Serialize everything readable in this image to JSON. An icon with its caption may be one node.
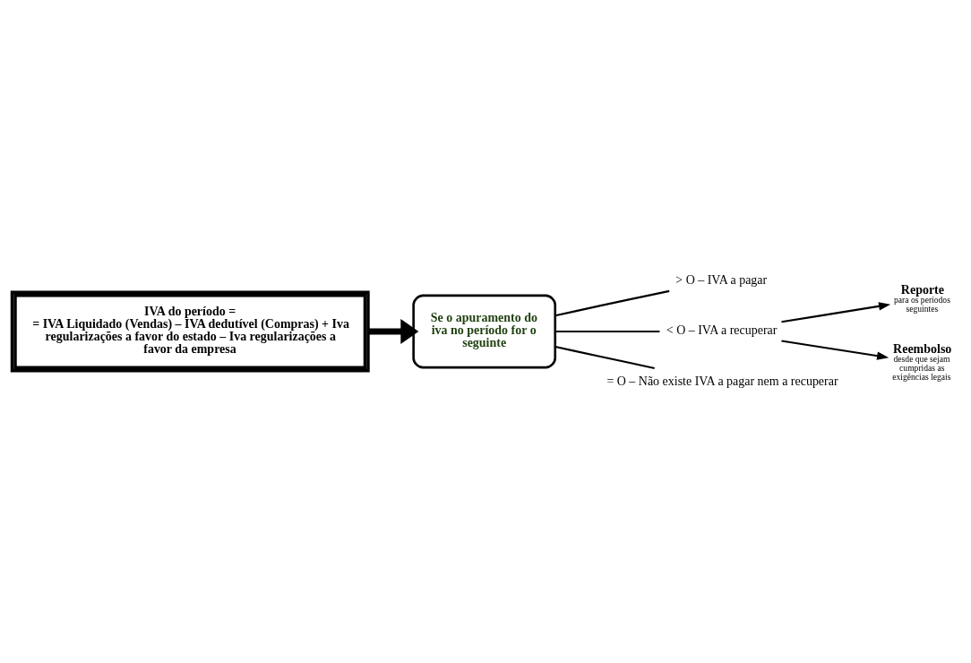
{
  "diagram": {
    "nodes": [
      {
        "text": [
          "IVA do período =",
          "= IVA Liquidado (Vendas) – IVA dedutível (Compras) + Iva regularizações a favor do estado – Iva regularizações a favor da empresa"
        ]
      },
      {
        "text": [
          "Se o apuramento do iva no período for o seguinte"
        ]
      },
      {
        "text": [
          "> O – IVA a pagar"
        ]
      },
      {
        "text": [
          "< O – IVA a recuperar"
        ]
      },
      {
        "text": [
          "= O – Não existe IVA a pagar nem a recuperar"
        ]
      },
      {
        "text": [
          "Reporte",
          "para os períodos seguintes"
        ]
      },
      {
        "text": [
          "Reembolso",
          "desde que sejam cumpridas as exigências legais"
        ]
      }
    ],
    "edges": [
      {
        "from": 0,
        "to": 1,
        "arrow": "to",
        "style": "thick"
      },
      {
        "from": 1,
        "to": 2,
        "arrow": "none"
      },
      {
        "from": 1,
        "to": 3,
        "arrow": "none"
      },
      {
        "from": 1,
        "to": 4,
        "arrow": "none"
      },
      {
        "from": 3,
        "to": 5,
        "arrow": "to"
      },
      {
        "from": 3,
        "to": 6,
        "arrow": "to"
      }
    ]
  }
}
